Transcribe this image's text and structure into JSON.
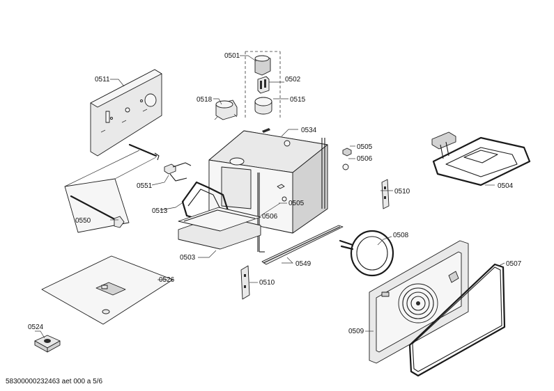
{
  "diagram": {
    "labels": [
      {
        "id": "0501",
        "text": "0501"
      },
      {
        "id": "0502",
        "text": "0502"
      },
      {
        "id": "0503",
        "text": "0503"
      },
      {
        "id": "0504",
        "text": "0504"
      },
      {
        "id": "0505a",
        "text": "0505"
      },
      {
        "id": "0505b",
        "text": "0505"
      },
      {
        "id": "0506a",
        "text": "0506"
      },
      {
        "id": "0506b",
        "text": "0506"
      },
      {
        "id": "0507",
        "text": "0507"
      },
      {
        "id": "0508",
        "text": "0508"
      },
      {
        "id": "0509",
        "text": "0509"
      },
      {
        "id": "0510a",
        "text": "0510"
      },
      {
        "id": "0510b",
        "text": "0510"
      },
      {
        "id": "0511",
        "text": "0511"
      },
      {
        "id": "0513",
        "text": "0513"
      },
      {
        "id": "0515",
        "text": "0515"
      },
      {
        "id": "0518",
        "text": "0518"
      },
      {
        "id": "0524",
        "text": "0524"
      },
      {
        "id": "0526",
        "text": "0526"
      },
      {
        "id": "0534",
        "text": "0534"
      },
      {
        "id": "0549",
        "text": "0549"
      },
      {
        "id": "0550",
        "text": "0550"
      },
      {
        "id": "0551",
        "text": "0551"
      }
    ],
    "footer": "58300000232463 aet 000 a 5/6"
  }
}
